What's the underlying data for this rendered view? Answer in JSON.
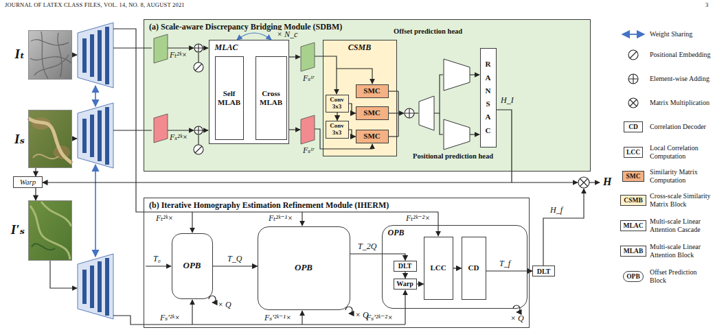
{
  "diagram": {
    "nodes": [
      {
        "text": [
          "Iₜ"
        ]
      },
      {
        "text": [
          "Iₛ"
        ]
      },
      {
        "text": [
          "Warp"
        ]
      },
      {
        "text": [
          "I′ₛ"
        ]
      },
      {
        "text": [
          "(a) Scale-aware Discrepancy Bridging Module (SDBM)"
        ]
      },
      {
        "text": [
          "MLAC"
        ],
        "in": 4
      },
      {
        "text": [
          "Self MLAB"
        ],
        "in": 5
      },
      {
        "text": [
          "Cross MLAB"
        ],
        "in": 5
      },
      {
        "text": [
          "CSMB"
        ],
        "in": 4
      },
      {
        "text": [
          "Conv 3x3"
        ],
        "in": 8
      },
      {
        "text": [
          "Conv 3x3"
        ],
        "in": 8
      },
      {
        "text": [
          "SMC"
        ],
        "in": 8
      },
      {
        "text": [
          "SMC"
        ],
        "in": 8
      },
      {
        "text": [
          "SMC"
        ],
        "in": 8
      },
      {
        "text": [
          "R A N S A C"
        ],
        "in": 4
      },
      {
        "text": [
          "(b) Iterative Homography Estimation Refinement Module (IHERM)"
        ]
      },
      {
        "text": [
          "OPB"
        ],
        "in": 15
      },
      {
        "text": [
          "OPB"
        ],
        "in": 15
      },
      {
        "text": [
          "OPB"
        ],
        "in": 15
      },
      {
        "text": [
          "DLT"
        ],
        "in": 18
      },
      {
        "text": [
          "Warp"
        ],
        "in": 18
      },
      {
        "text": [
          "LCC"
        ],
        "in": 18
      },
      {
        "text": [
          "CD"
        ],
        "in": 18
      },
      {
        "text": [
          "DLT"
        ]
      }
    ],
    "edges": [
      {
        "from": 1,
        "to": 2,
        "arrow": "to"
      },
      {
        "from": 2,
        "to": 3,
        "arrow": "to"
      },
      {
        "from": 14,
        "to": 2,
        "label": "H_I",
        "arrow": "to"
      },
      {
        "from": 9,
        "to": 10,
        "arrow": "to"
      },
      {
        "from": 9,
        "to": 12,
        "arrow": "to"
      },
      {
        "from": 10,
        "to": 13,
        "arrow": "to"
      },
      {
        "from": 16,
        "to": 17,
        "label": "T_Q",
        "arrow": "to"
      },
      {
        "from": 17,
        "to": 19,
        "label": "T_2Q",
        "arrow": "to"
      },
      {
        "from": 19,
        "to": 20,
        "arrow": "to"
      },
      {
        "from": 20,
        "to": 21,
        "arrow": "to"
      },
      {
        "from": 21,
        "to": 22,
        "arrow": "to"
      },
      {
        "from": 22,
        "to": 23,
        "label": "T_f",
        "arrow": "to"
      }
    ],
    "labels": [
      "JOURNAL OF LATEX CLASS FILES, VOL. 14, NO. 8, AUGUST 2021",
      "3",
      "Fₜ²ᵏ×",
      "Fₛ²ᵏ×",
      "× N_c",
      "Fₛᵗʳ",
      "Fₛᵗʳ",
      "Offset prediction head",
      "Positional prediction head",
      "H",
      "H_f",
      "Fₜ²ᵏ×",
      "Fₜ²ᵏ⁻¹×",
      "Fₜ²ᵏ⁻²×",
      "T₀",
      "Fₛ′²ᵏ×",
      "Fₛ′²ᵏ⁻¹×",
      "Fₛ′²ᵏ⁻²×",
      "× Q",
      "× Q",
      "× Q",
      "CD",
      "LCC",
      "SMC",
      "CSMB",
      "MLAC",
      "MLAB",
      "OPB"
    ],
    "legend": [
      {
        "text": "Weight Sharing"
      },
      {
        "text": "Positional Embedding"
      },
      {
        "text": "Element-wise Adding"
      },
      {
        "text": "Matrix Multiplication"
      },
      {
        "text": "Correlation Decoder"
      },
      {
        "text": "Local Correlation Computation"
      },
      {
        "text": "Similarity Matrix Computation",
        "color": "#f4b183"
      },
      {
        "text": "Cross-scale Similarity Matrix Block",
        "color": "#fff2cc"
      },
      {
        "text": "Multi-scale Linear Attention Cascade"
      },
      {
        "text": "Multi-scale Linear Attention Block"
      },
      {
        "text": "Offset Prediction Block"
      }
    ]
  }
}
